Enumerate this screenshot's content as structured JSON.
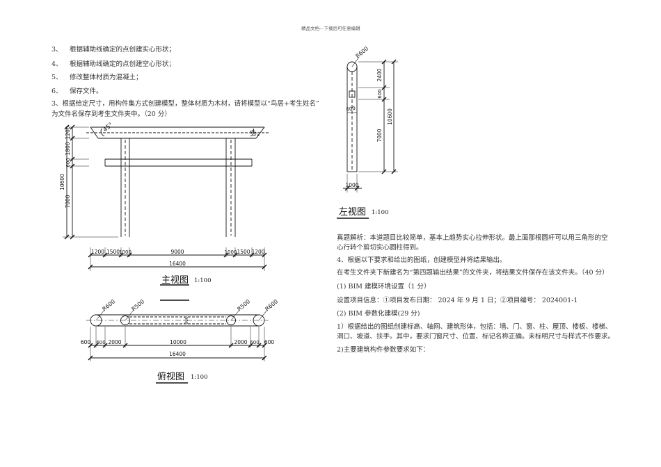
{
  "header": "精品文档---下载后可任意编辑",
  "steps": [
    {
      "num": "3、",
      "text": "根据辅助线确定的点创建实心形状；"
    },
    {
      "num": "4、",
      "text": "根据辅助线确定的点创建空心形状；"
    },
    {
      "num": "5、",
      "text": "修改整体材质为混凝土；"
    },
    {
      "num": "6、",
      "text": "保存文件。"
    }
  ],
  "question3_line1": "3、根据给定尺寸，用构件集方式创建模型，整体材质为木材，请将模型以“鸟居+考生姓名”",
  "question3_line2": "为文件名保存到考生文件夹中。（20 分）",
  "front_view": {
    "title": "主视图",
    "scale": "1:100",
    "angles": [
      "45°",
      "45°"
    ],
    "vdims": [
      "1200",
      "1800",
      "600",
      "7000",
      "10600"
    ],
    "hdims": [
      "1200",
      "1500",
      "1000",
      "9000",
      "1000",
      "1500",
      "1200"
    ],
    "total": "16400"
  },
  "top_view": {
    "title": "俯视图",
    "scale": "1:100",
    "radii": [
      "R600",
      "R500",
      "R500",
      "R600"
    ],
    "mid_dim": "300",
    "hdims": [
      "600",
      "600",
      "2000",
      "10000",
      "2000",
      "600",
      "600"
    ],
    "total": "16400"
  },
  "left_view": {
    "title": "左视图",
    "scale": "1:100",
    "radius": "R600",
    "vdims": [
      "2400",
      "600",
      "7000",
      "10600"
    ],
    "width": "600",
    "bottom": "1000"
  },
  "right_text": {
    "analysis1": "真题解析：本道题目比较简单，基本上趋势实心拉伸形状。最上面那根圆杆可以用三角形的空",
    "analysis2": "心行转个剪切实心圆柱得到。",
    "q4": "4、根据以下要求和给出的图纸，创建模型并将结果输出。",
    "q4_folder": "在考生文件夹下新建名为“第四题输出结果”的文件夹，将结果文件保存在该文件夹。（40 分）",
    "bim_env": "(1) BIM 建模环境设置（1 分）",
    "project_info": "设置项目信息：①项目发布日期： 2024 年 9 月 1 日；②项目编号： 2024001-1",
    "bim_param": "(2) BIM 参数化建模(29 分)",
    "item1_line1": "1）根据给出的图纸创建标高、轴网、建筑形体，包括：墙、门、窗、柱、屋顶、楼板、楼梯、",
    "item1_line2": "洞口、坡道、扶手。其中，要求门窗尺寸、位置、标记名称正确。未标明尺寸与样式不作要求。",
    "item2": "2)主要建筑构件参数要求如下："
  }
}
